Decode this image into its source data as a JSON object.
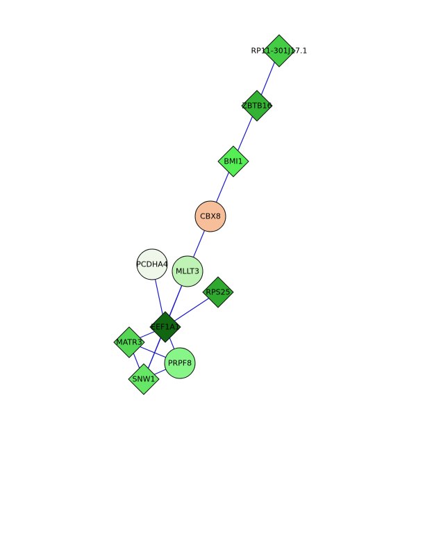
{
  "colors": {
    "background": "#ffffff",
    "edge": "#1a1acc",
    "node_stroke": "#111111"
  },
  "nodes": [
    {
      "id": "RP11-301J17.1",
      "label": "RP11-301J17.1",
      "shape": "diamond",
      "fill": "#44cc44"
    },
    {
      "id": "ZBTB16",
      "label": "ZBTB16",
      "shape": "diamond",
      "fill": "#33b233"
    },
    {
      "id": "BMI1",
      "label": "BMI1",
      "shape": "diamond",
      "fill": "#55ee55"
    },
    {
      "id": "CBX8",
      "label": "CBX8",
      "shape": "circle",
      "fill": "#f7bf99"
    },
    {
      "id": "PCDHA4",
      "label": "PCDHA4",
      "shape": "circle",
      "fill": "#eef7ea"
    },
    {
      "id": "MLLT3",
      "label": "MLLT3",
      "shape": "circle",
      "fill": "#bff2b5"
    },
    {
      "id": "RPS25",
      "label": "RPS25",
      "shape": "diamond",
      "fill": "#2faa2f"
    },
    {
      "id": "EEF1A1",
      "label": "EEF1A1",
      "shape": "diamond",
      "fill": "#116611"
    },
    {
      "id": "MATR3",
      "label": "MATR3",
      "shape": "diamond",
      "fill": "#55d655"
    },
    {
      "id": "PRPF8",
      "label": "PRPF8",
      "shape": "circle",
      "fill": "#88f588"
    },
    {
      "id": "SNW1",
      "label": "SNW1",
      "shape": "diamond",
      "fill": "#66e866"
    }
  ],
  "edges": [
    [
      "RP11-301J17.1",
      "ZBTB16"
    ],
    [
      "ZBTB16",
      "BMI1"
    ],
    [
      "BMI1",
      "CBX8"
    ],
    [
      "CBX8",
      "MLLT3"
    ],
    [
      "PCDHA4",
      "EEF1A1"
    ],
    [
      "MLLT3",
      "EEF1A1"
    ],
    [
      "MLLT3",
      "SNW1"
    ],
    [
      "RPS25",
      "EEF1A1"
    ],
    [
      "EEF1A1",
      "MATR3"
    ],
    [
      "EEF1A1",
      "PRPF8"
    ],
    [
      "EEF1A1",
      "SNW1"
    ],
    [
      "MATR3",
      "PRPF8"
    ],
    [
      "MATR3",
      "SNW1"
    ],
    [
      "SNW1",
      "PRPF8"
    ]
  ]
}
